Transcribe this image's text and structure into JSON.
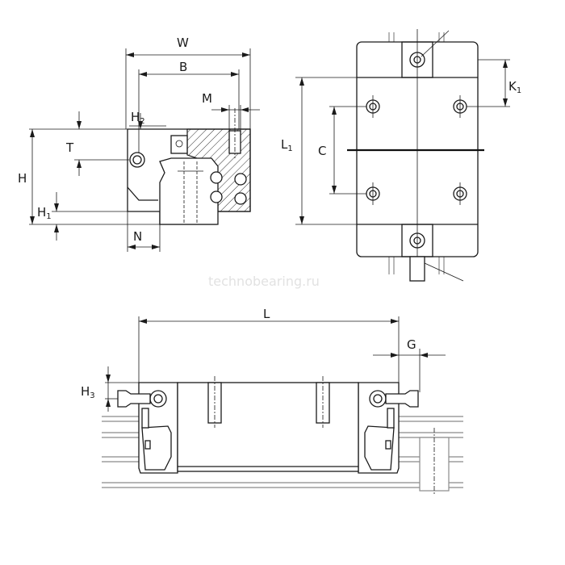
{
  "labels": {
    "W": "W",
    "B": "B",
    "M": "M",
    "H2_base": "H",
    "H2_sub": "2",
    "T": "T",
    "H": "H",
    "H1_base": "H",
    "H1_sub": "1",
    "N": "N",
    "L1_base": "L",
    "L1_sub": "1",
    "C": "C",
    "K1_base": "K",
    "K1_sub": "1",
    "L": "L",
    "G": "G",
    "H3_base": "H",
    "H3_sub": "3"
  },
  "watermark": "technobearing.ru"
}
